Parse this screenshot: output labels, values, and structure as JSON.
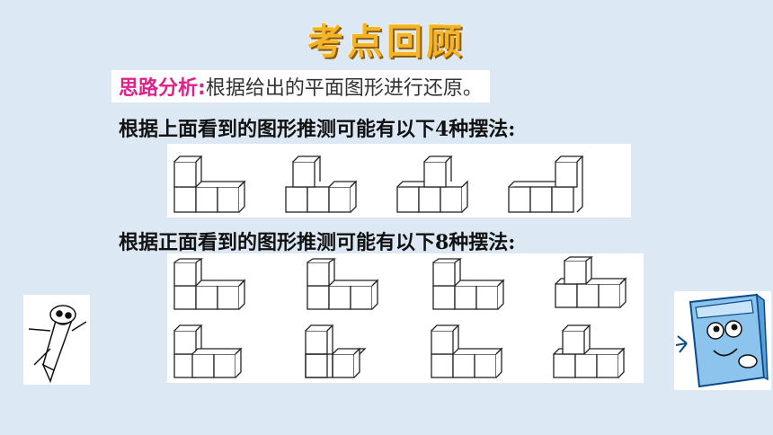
{
  "title": "考点回顾",
  "analysis": {
    "label": "思路分析:",
    "text": "根据给出的平面图形进行还原。"
  },
  "top_view": {
    "text": "根据上面看到的图形推测可能有以下4种摆法:"
  },
  "front_view": {
    "text": "根据正面看到的图形推测可能有以下8种摆法:"
  },
  "colors": {
    "title": "#f4b428",
    "label": "#e0218a"
  },
  "icons": {
    "left": "pencil-character-icon",
    "right": "book-character-icon"
  }
}
